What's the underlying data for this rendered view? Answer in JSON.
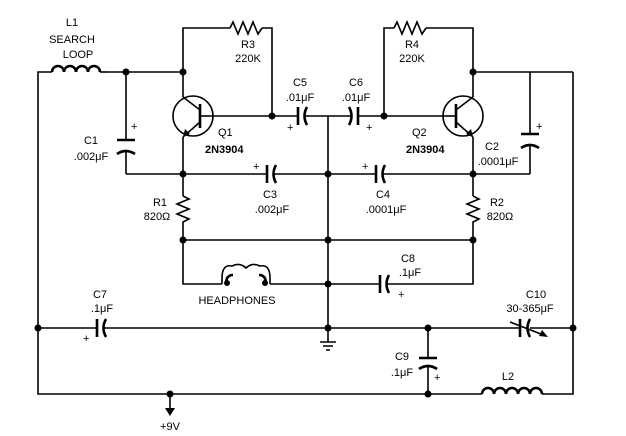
{
  "components": {
    "l1": {
      "ref": "L1",
      "line1": "SEARCH",
      "line2": "LOOP"
    },
    "r3": {
      "ref": "R3",
      "value": "220K"
    },
    "r4": {
      "ref": "R4",
      "value": "220K"
    },
    "c5": {
      "ref": "C5",
      "value": ".01μF"
    },
    "c6": {
      "ref": "C6",
      "value": ".01μF"
    },
    "c1": {
      "ref": "C1",
      "value": ".002μF"
    },
    "q1": {
      "ref": "Q1",
      "part": "2N3904"
    },
    "q2": {
      "ref": "Q2",
      "part": "2N3904"
    },
    "c2": {
      "ref": "C2",
      "value": ".0001μF"
    },
    "c3": {
      "ref": "C3",
      "value": ".002μF"
    },
    "c4": {
      "ref": "C4",
      "value": ".0001μF"
    },
    "r1": {
      "ref": "R1",
      "value": "820Ω"
    },
    "r2": {
      "ref": "R2",
      "value": "820Ω"
    },
    "c8": {
      "ref": "C8",
      "value": ".1μF"
    },
    "headphones": {
      "label": "HEADPHONES"
    },
    "c7": {
      "ref": "C7",
      "value": ".1μF"
    },
    "c10": {
      "ref": "C10",
      "value": "30-365μF"
    },
    "c9": {
      "ref": "C9",
      "value": ".1μF"
    },
    "l2": {
      "ref": "L2"
    },
    "supply": {
      "label": "+9V"
    }
  },
  "polarity_mark": "+"
}
